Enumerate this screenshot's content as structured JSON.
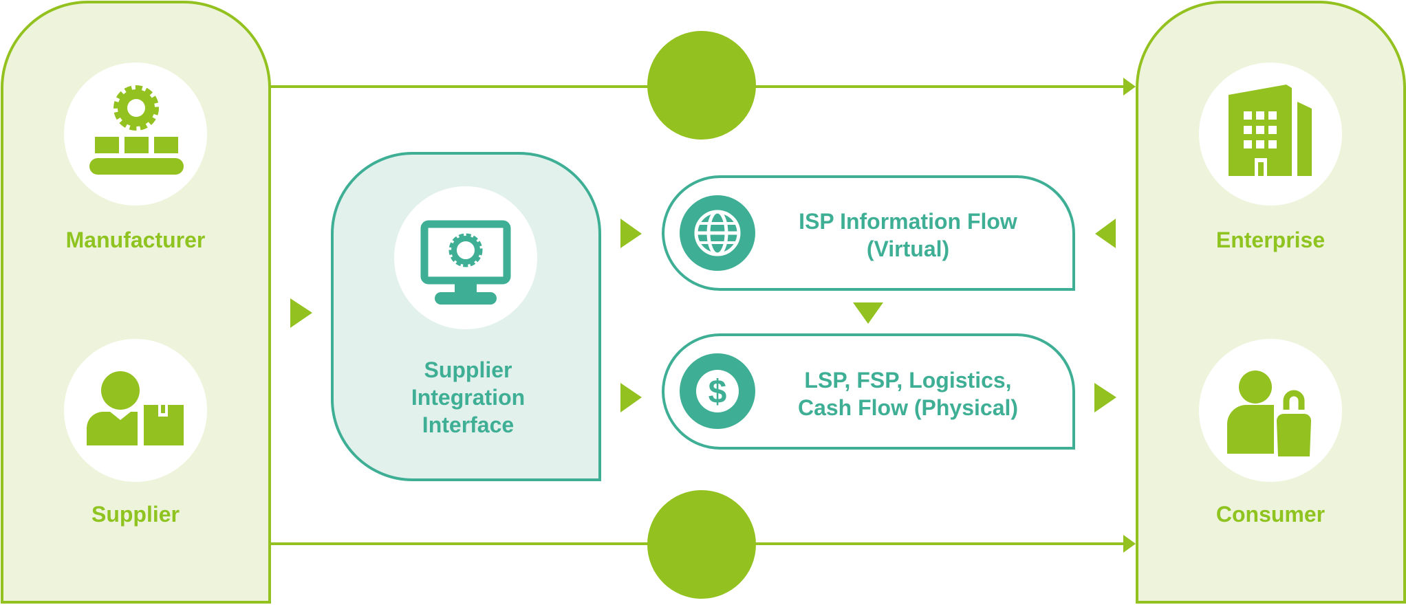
{
  "colors": {
    "green": "#93c11f",
    "green_light": "#eef4dc",
    "teal": "#3eaf95",
    "teal_light": "#e2f1ec",
    "white": "#ffffff"
  },
  "left_panel": {
    "manufacturer": {
      "label": "Manufacturer",
      "icon": "factory-gear-icon"
    },
    "supplier": {
      "label": "Supplier",
      "icon": "supplier-box-icon"
    }
  },
  "right_panel": {
    "enterprise": {
      "label": "Enterprise",
      "icon": "building-icon"
    },
    "consumer": {
      "label": "Consumer",
      "icon": "consumer-bag-icon"
    }
  },
  "center": {
    "interface": {
      "line1": "Supplier",
      "line2": "Integration",
      "line3": "Interface",
      "icon": "monitor-gear-icon"
    },
    "info_flow": {
      "line1": "ISP Information Flow",
      "line2": "(Virtual)",
      "icon": "globe-icon"
    },
    "physical_flow": {
      "line1": "LSP, FSP, Logistics,",
      "line2": "Cash Flow (Physical)",
      "icon": "dollar-icon"
    }
  },
  "connectors": {
    "top_node": "circle-node",
    "bottom_node": "circle-node",
    "arrow": "triangle-arrow-icon"
  }
}
